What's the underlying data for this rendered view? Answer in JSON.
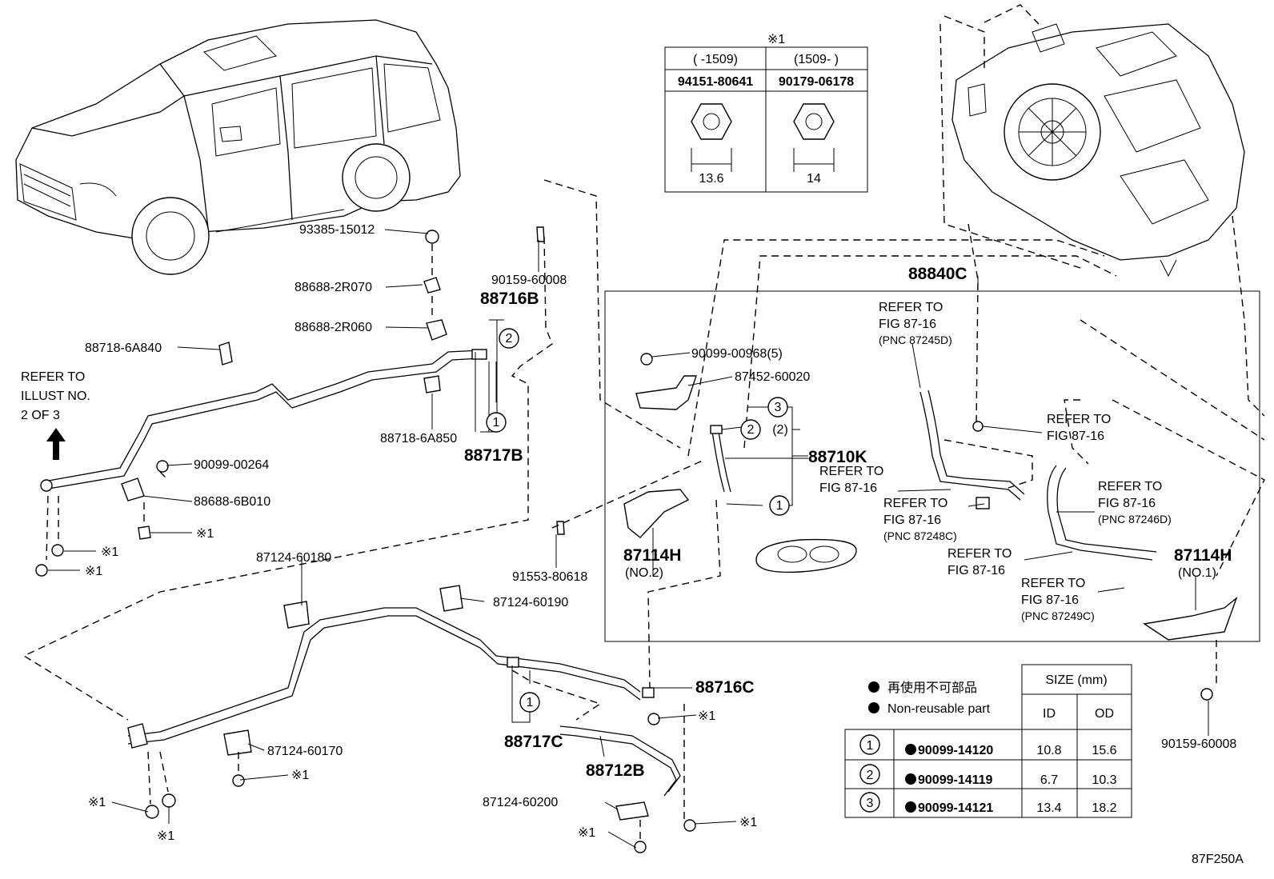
{
  "refer_illust": [
    "REFER TO",
    "ILLUST NO.",
    "2 OF 3"
  ],
  "parts": {
    "p93385": "93385-15012",
    "p88688_2R070": "88688-2R070",
    "p88688_2R060": "88688-2R060",
    "p88718_6A840": "88718-6A840",
    "p88718_6A850": "88718-6A850",
    "p90099_00264": "90099-00264",
    "p88688_6B010": "88688-6B010",
    "p90159_top": "90159-60008",
    "p88716B": "88716B",
    "p88717B": "88717B",
    "p91553": "91553-80618",
    "p87124_60180": "87124-60180",
    "p87124_60190": "87124-60190",
    "p87124_60170": "87124-60170",
    "p87124_60200": "87124-60200",
    "p88716C": "88716C",
    "p88717C": "88717C",
    "p88712B": "88712B",
    "p88840C": "88840C",
    "p90099_00968": "90099-00968(5)",
    "p87452": "87452-60020",
    "p88710K": "88710K",
    "p87114H_2": "87114H",
    "p87114H_2_sub": "(NO.2)",
    "p87114H_1": "87114H",
    "p87114H_1_sub": "(NO.1)",
    "p90159_right": "90159-60008",
    "circle_1": "1",
    "circle_2": "2",
    "circle_3": "3",
    "paren_2": "(2)"
  },
  "note_mark": "※1",
  "refers": {
    "r1": [
      "REFER TO",
      "FIG 87-16",
      "(PNC 87245D)"
    ],
    "r2": [
      "REFER TO",
      "FIG 87-16"
    ],
    "r3": [
      "REFER TO",
      "FIG 87-16"
    ],
    "r4": [
      "REFER TO",
      "FIG 87-16",
      "(PNC 87246D)"
    ],
    "r5": [
      "REFER TO",
      "FIG 87-16",
      "(PNC 87248C)"
    ],
    "r6": [
      "REFER TO",
      "FIG 87-16"
    ],
    "r7": [
      "REFER TO",
      "FIG 87-16",
      "(PNC 87249C)"
    ]
  },
  "nut_table": {
    "note": "※1",
    "col1_range": "(     -1509)",
    "col2_range": "(1509-      )",
    "col1_part": "94151-80641",
    "col2_part": "90179-06178",
    "col1_size": "13.6",
    "col2_size": "14"
  },
  "legend": {
    "jp": "再使用不可部品",
    "en": "Non-reusable part",
    "size_header": "SIZE (mm)",
    "id_header": "ID",
    "od_header": "OD",
    "rows": [
      {
        "no": "1",
        "part": "90099-14120",
        "id": "10.8",
        "od": "15.6"
      },
      {
        "no": "2",
        "part": "90099-14119",
        "id": "6.7",
        "od": "10.3"
      },
      {
        "no": "3",
        "part": "90099-14121",
        "id": "13.4",
        "od": "18.2"
      }
    ]
  },
  "figure_code": "87F250A"
}
